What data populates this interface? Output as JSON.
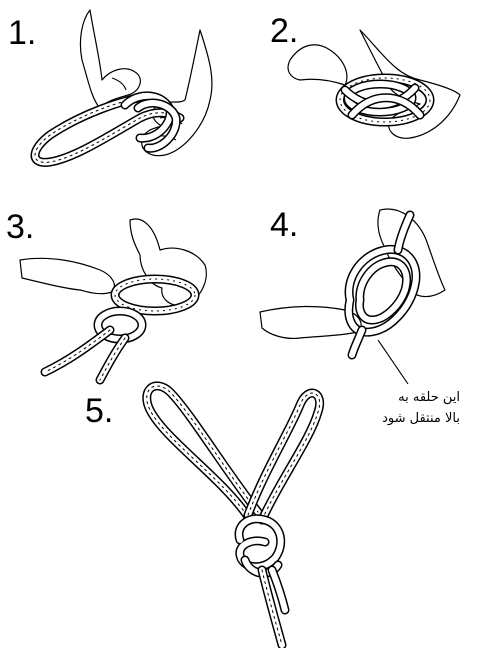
{
  "steps": [
    {
      "label": "1."
    },
    {
      "label": "2."
    },
    {
      "label": "3."
    },
    {
      "label": "4."
    },
    {
      "label": "5."
    }
  ],
  "annotation": {
    "line1": "این حلقه به",
    "line2": "بالا منتقل شود"
  }
}
